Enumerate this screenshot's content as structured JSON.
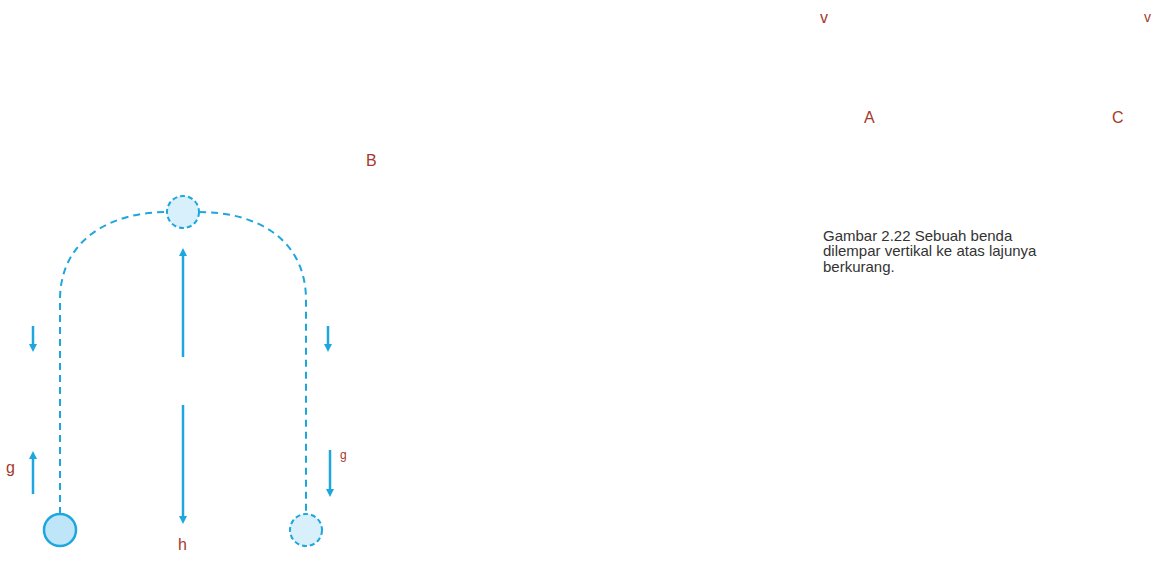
{
  "diagram": {
    "caption": "Gambar 2.22 Sebuah benda dilempar vertikal ke atas lajunya berkurang.",
    "labels": [
      "v",
      "v",
      "A",
      "C",
      "B",
      "g",
      "g",
      "h"
    ]
  }
}
